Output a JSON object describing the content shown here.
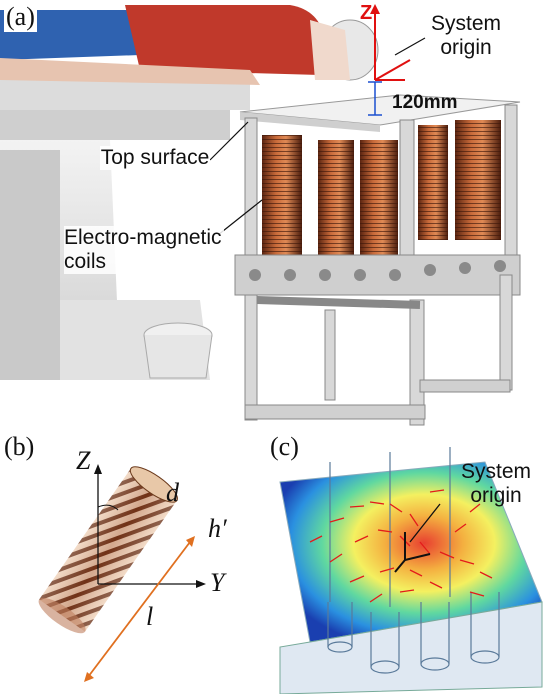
{
  "panel_a": {
    "label": "(a)",
    "system_origin": "System origin",
    "height_value": "120mm",
    "top_surface": "Top surface",
    "coils": "Electro-magnetic coils",
    "z_axis": "Z"
  },
  "panel_b": {
    "label": "(b)",
    "z": "Z",
    "y": "Y",
    "d": "d",
    "h": "h′",
    "l": "l"
  },
  "panel_c": {
    "label": "(c)",
    "system_origin": "System origin"
  },
  "colors": {
    "coil_copper": "#a0522d",
    "frame": "#d9d9d9",
    "field_arrow": "#e31b1b",
    "patient_shirt": "#c0392b",
    "patient_pants": "#2f62b0"
  }
}
